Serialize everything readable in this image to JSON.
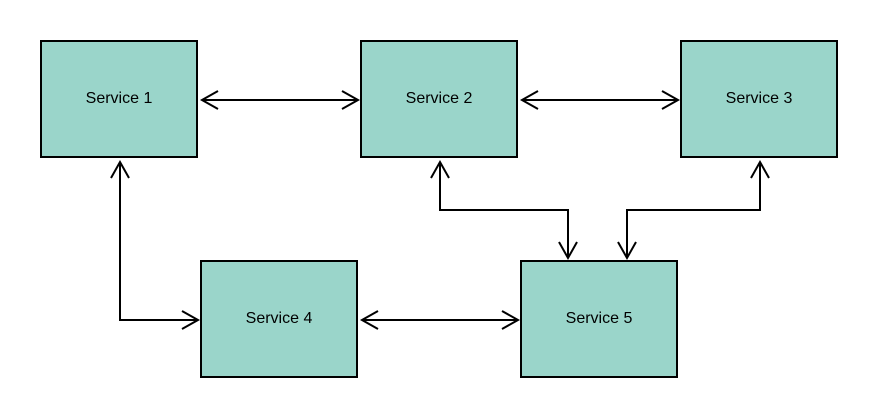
{
  "diagram": {
    "nodes": [
      {
        "id": "service-1",
        "label": "Service 1"
      },
      {
        "id": "service-2",
        "label": "Service 2"
      },
      {
        "id": "service-3",
        "label": "Service 3"
      },
      {
        "id": "service-4",
        "label": "Service 4"
      },
      {
        "id": "service-5",
        "label": "Service 5"
      }
    ],
    "edges": [
      {
        "from": "service-1",
        "to": "service-2",
        "direction": "bidirectional"
      },
      {
        "from": "service-2",
        "to": "service-3",
        "direction": "bidirectional"
      },
      {
        "from": "service-1",
        "to": "service-4",
        "direction": "bidirectional"
      },
      {
        "from": "service-4",
        "to": "service-5",
        "direction": "bidirectional"
      },
      {
        "from": "service-2",
        "to": "service-5",
        "direction": "bidirectional"
      },
      {
        "from": "service-3",
        "to": "service-5",
        "direction": "bidirectional"
      }
    ],
    "colors": {
      "node_fill": "#9ad5ca",
      "node_stroke": "#000000",
      "edge": "#000000"
    }
  }
}
